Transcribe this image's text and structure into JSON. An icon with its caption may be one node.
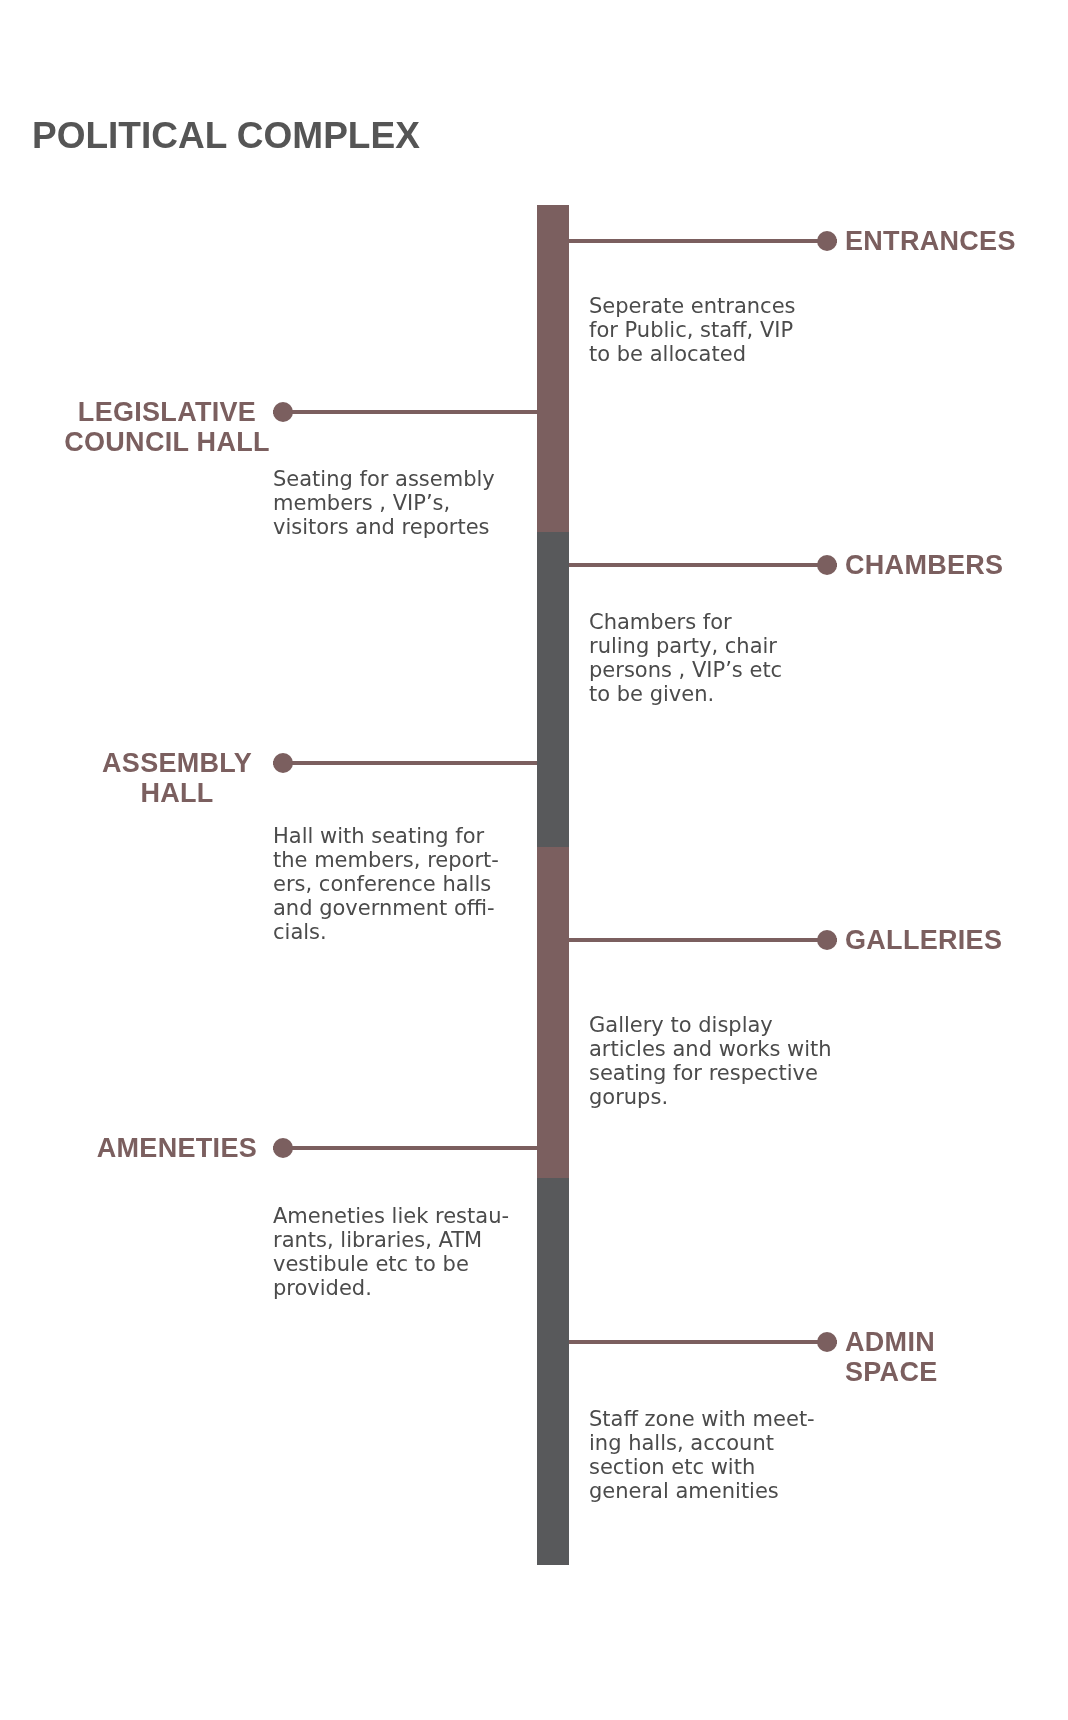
{
  "diagram": {
    "title": "POLITICAL COMPLEX",
    "nodes": [
      {
        "text": [],
        "shape": "bar"
      },
      {
        "text": [],
        "shape": "bar"
      },
      {
        "text": [],
        "shape": "bar"
      },
      {
        "text": [],
        "shape": "bar"
      },
      {
        "text": [
          "ENTRANCES"
        ]
      },
      {
        "text": [
          "LEGISLATIVE COUNCIL HALL"
        ]
      },
      {
        "text": [
          "CHAMBERS"
        ]
      },
      {
        "text": [
          "ASSEMBLY HALL"
        ]
      },
      {
        "text": [
          "GALLERIES"
        ]
      },
      {
        "text": [
          "AMENETIES"
        ]
      },
      {
        "text": [
          "ADMIN SPACE"
        ]
      }
    ],
    "edges": [
      {
        "from": 0,
        "to": 4,
        "arrow": "other"
      },
      {
        "from": 0,
        "to": 5,
        "arrow": "other"
      },
      {
        "from": 1,
        "to": 6,
        "arrow": "other"
      },
      {
        "from": 1,
        "to": 7,
        "arrow": "other"
      },
      {
        "from": 2,
        "to": 8,
        "arrow": "other"
      },
      {
        "from": 2,
        "to": 9,
        "arrow": "other"
      },
      {
        "from": 3,
        "to": 10,
        "arrow": "other"
      }
    ],
    "labels": [
      "Seperate entrances for Public, staff, VIP to be allocated",
      "Seating for assembly members , VIP’s, visitors and reportes",
      "Chambers for ruling party, chair persons , VIP’s etc to be given.",
      "Hall with seating for the members, report- ers, conference halls and government offi- cials.",
      "Gallery to display articles and works with seating for respective gorups.",
      "Ameneties liek restau- rants, libraries, ATM vestibule etc to be provided.",
      "Staff zone with meet- ing halls, account section etc with general amenities"
    ]
  }
}
